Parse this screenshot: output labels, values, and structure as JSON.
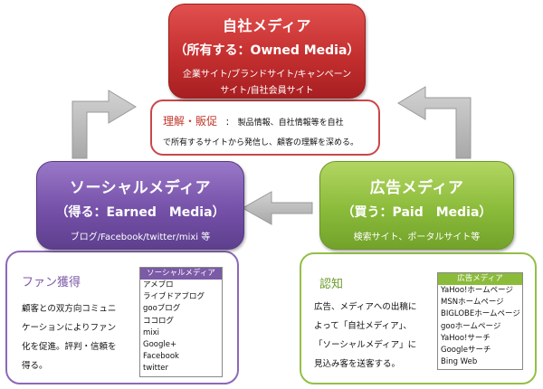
{
  "owned": {
    "title": "自社メディア",
    "subtitle": "（所有する：Owned Media）",
    "desc_line1": "企業サイト/ブランドサイト/キャンペーン",
    "desc_line2": "サイト/自社会員サイト",
    "panel_keyword": "理解・販促",
    "panel_text_line1": "：　製品情報、自社情報等を自社",
    "panel_text_line2": "で所有するサイトから発信し、顧客の理解を深める。"
  },
  "earned": {
    "title": "ソーシャルメディア",
    "subtitle": "（得る：Earned　Media）",
    "desc": "ブログ/Facebook/twitter/mixi 等",
    "panel_title": "ファン獲得",
    "panel_text": [
      "顧客との双方向コミュニ",
      "ケーションによりファン",
      "化を促進。評判・信頼を",
      "得る。"
    ],
    "list_header": "ソーシャルメディア",
    "list_items": [
      "アメブロ",
      "ライブドアブログ",
      "gooブログ",
      "ココログ",
      "mixi",
      "Google+",
      "Facebook",
      "twitter"
    ]
  },
  "paid": {
    "title": "広告メディア",
    "subtitle": "（買う：Paid　Media）",
    "desc": "検索サイト、ポータルサイト等",
    "panel_title": "認知",
    "panel_text": [
      "広告、メディアへの出稿に",
      "よって「自社メディア」、",
      "「ソーシャルメディア」に",
      "見込み客を送客する。"
    ],
    "list_header": "広告メディア",
    "list_items": [
      "YaHoo!ホームページ",
      "MSNホームページ",
      "BIGLOBEホームページ",
      "gooホームページ",
      "YaHoo!サーチ",
      "Googleサーチ",
      "Bing Web"
    ]
  },
  "colors": {
    "owned": "#c42f2f",
    "earned": "#7551a8",
    "paid": "#8bbb3a",
    "owned_keyword": "#c0392b",
    "earned_title": "#7b5aa6",
    "paid_title": "#6b9b2a",
    "arrow": "#b0b0b0"
  }
}
